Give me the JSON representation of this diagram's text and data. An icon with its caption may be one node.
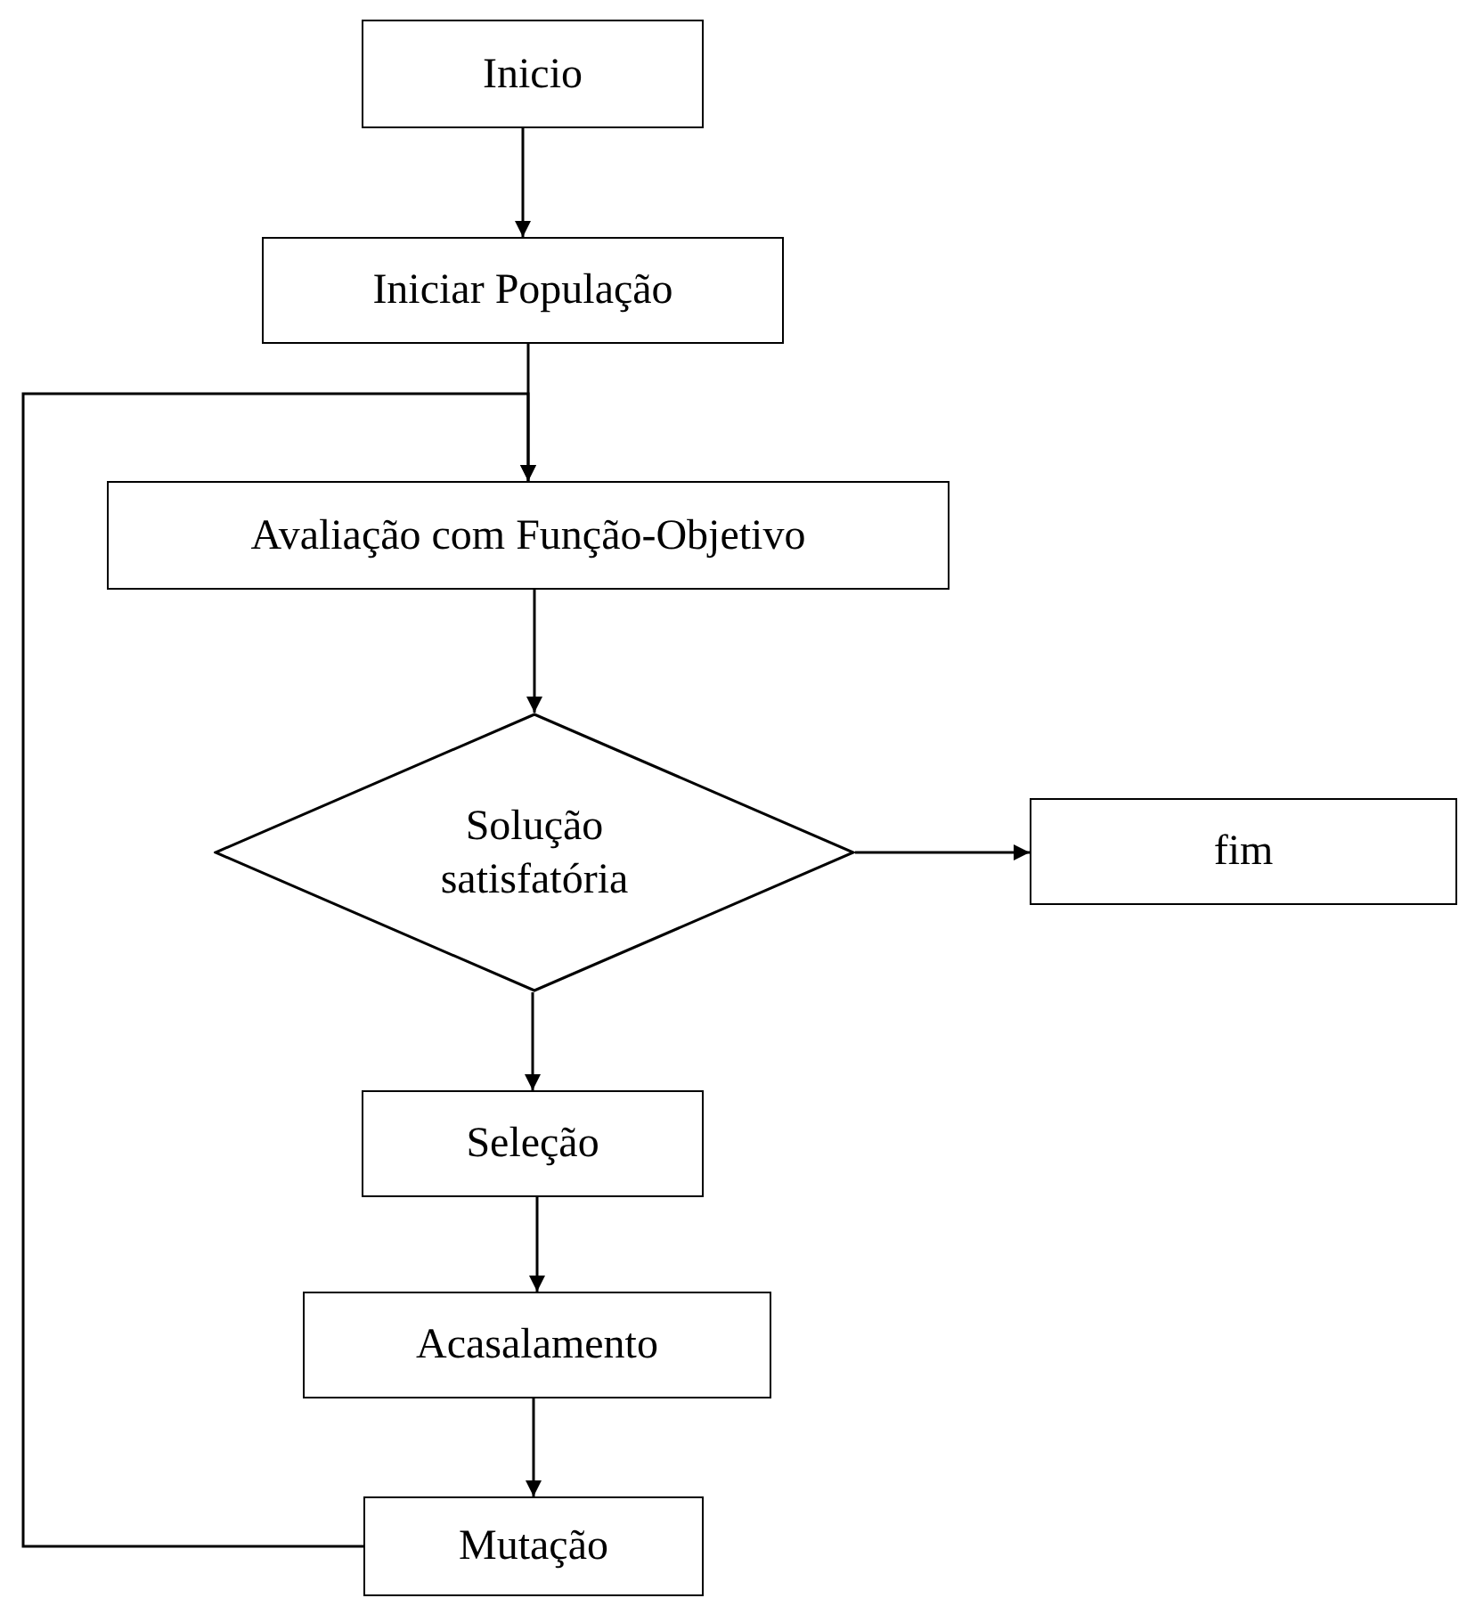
{
  "diagram": {
    "nodes": [
      {
        "text": [
          "Inicio"
        ]
      },
      {
        "text": [
          "Iniciar População"
        ]
      },
      {
        "text": [
          "Avaliação com Função-Objetivo"
        ]
      },
      {
        "text": [
          "Solução satisfatória"
        ]
      },
      {
        "text": [
          "fim"
        ]
      },
      {
        "text": [
          "Seleção"
        ]
      },
      {
        "text": [
          "Acasalamento"
        ]
      },
      {
        "text": [
          "Mutação"
        ]
      }
    ],
    "edges": [
      {
        "from": 0,
        "to": 1,
        "arrow": "to"
      },
      {
        "from": 1,
        "to": 2,
        "arrow": "to"
      },
      {
        "from": 2,
        "to": 3,
        "arrow": "to"
      },
      {
        "from": 3,
        "to": 4,
        "arrow": "to"
      },
      {
        "from": 3,
        "to": 5,
        "arrow": "to"
      },
      {
        "from": 5,
        "to": 6,
        "arrow": "to"
      },
      {
        "from": 6,
        "to": 7,
        "arrow": "to"
      },
      {
        "from": 7,
        "to": 2,
        "arrow": "to"
      }
    ]
  }
}
